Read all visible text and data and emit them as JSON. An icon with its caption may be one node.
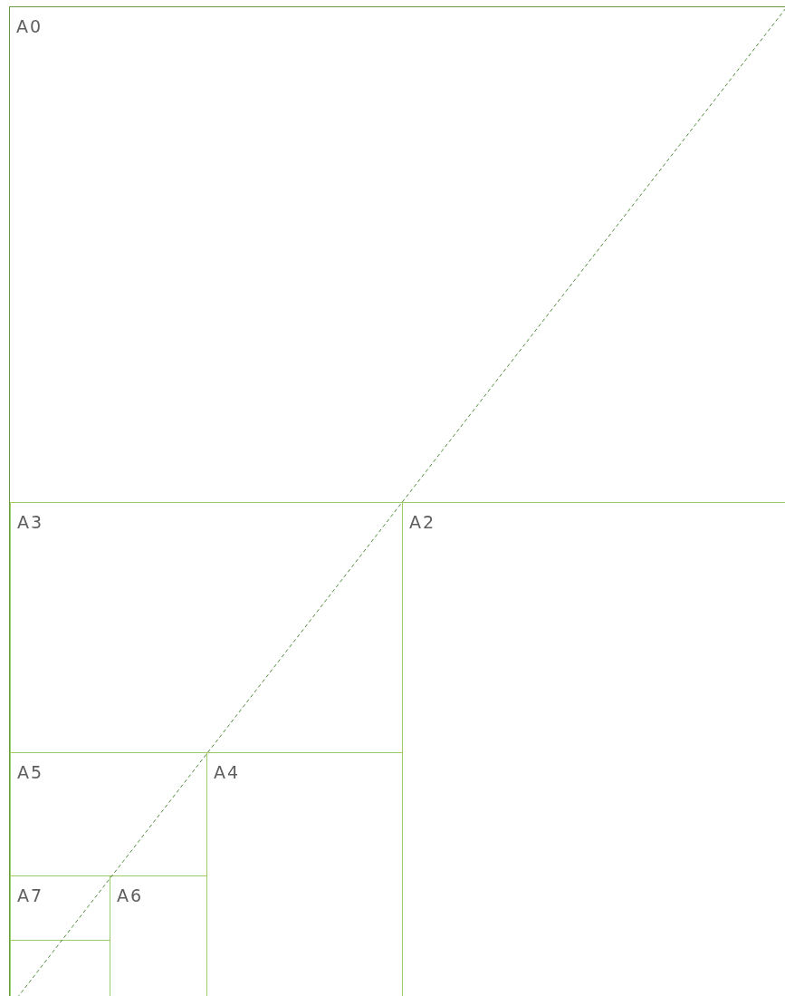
{
  "diagram": {
    "nodes": [
      {
        "text": [
          "A0"
        ]
      },
      {
        "text": [
          "A3"
        ],
        "in": 0
      },
      {
        "text": [
          "A2"
        ],
        "in": 0
      },
      {
        "text": [
          "A5"
        ],
        "in": 0
      },
      {
        "text": [
          "A4"
        ],
        "in": 0
      },
      {
        "text": [
          "A7"
        ],
        "in": 0
      },
      {
        "text": [
          "A6"
        ],
        "in": 0
      },
      {
        "text": [],
        "shape": "box",
        "in": 0
      }
    ]
  }
}
